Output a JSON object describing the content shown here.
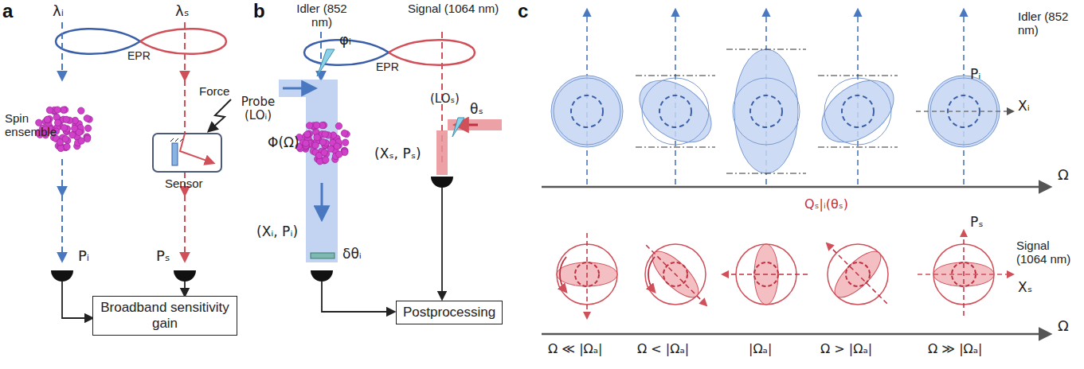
{
  "diagram": {
    "nodes": [
      {
        "text": [
          "Broadband sensitivity gain"
        ]
      },
      {
        "text": [
          "Postprocessing"
        ]
      }
    ],
    "labels": [
      "a",
      "λᵢ",
      "λₛ",
      "EPR",
      "Spin ensemble",
      "Force",
      "Sensor",
      "Pᵢ",
      "Pₛ",
      "b",
      "Idler (852 nm)",
      "Signal (1064 nm)",
      "EPR",
      "φᵢ",
      "Probe (LOᵢ)",
      "Φ(Ω)",
      "(LOₛ)",
      "θₛ",
      "(Xₛ, Pₛ)",
      "(Xᵢ, Pᵢ)",
      "δθᵢ",
      "c",
      "Idler (852 nm)",
      "Pᵢ",
      "Xᵢ",
      "Ω",
      "Qₛ|ᵢ(θₛ)",
      "Signal (1064 nm)",
      "Pₛ",
      "Xₛ",
      "Ω ≪ |Ωₐ|",
      "Ω < |Ωₐ|",
      "|Ωₐ|",
      "Ω > |Ωₐ|",
      "Ω ≫ |Ωₐ|",
      "Ω"
    ]
  }
}
